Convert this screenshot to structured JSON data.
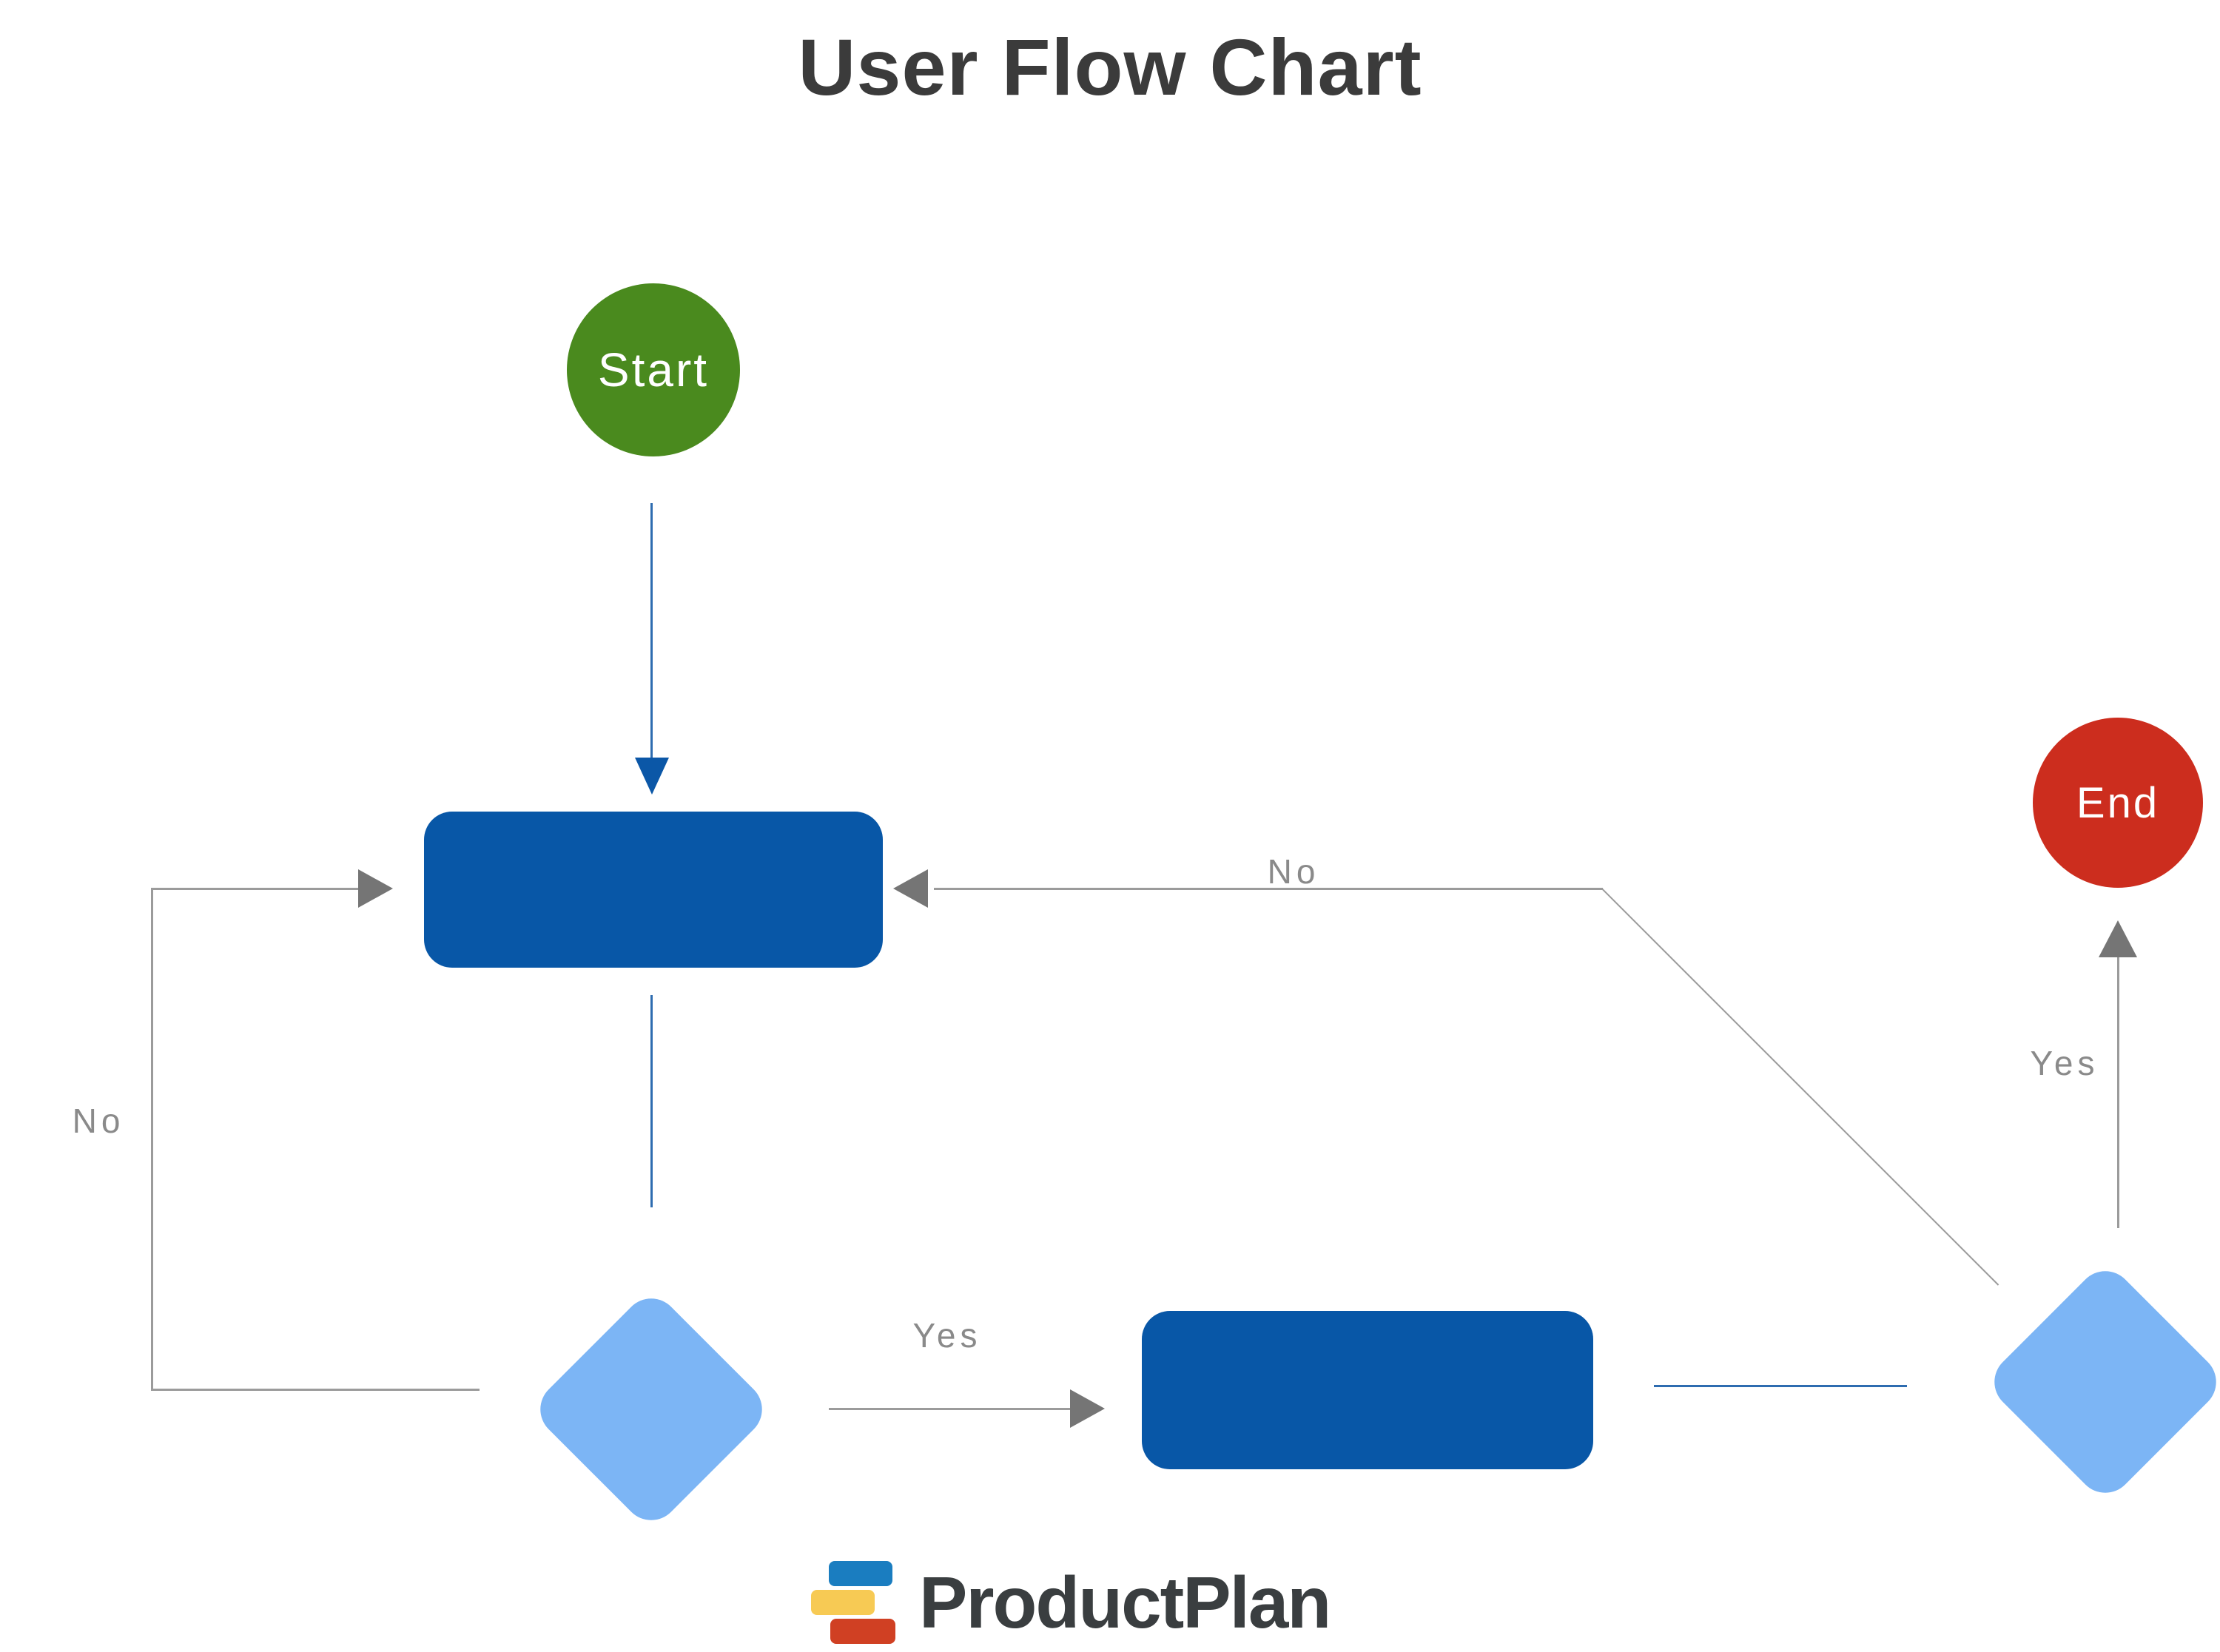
{
  "title": "User Flow Chart",
  "nodes": {
    "start": {
      "label": "Start",
      "type": "terminator"
    },
    "process1": {
      "label": "",
      "type": "process"
    },
    "decision1": {
      "label": "",
      "type": "decision"
    },
    "process2": {
      "label": "",
      "type": "process"
    },
    "decision2": {
      "label": "",
      "type": "decision"
    },
    "end": {
      "label": "End",
      "type": "terminator"
    }
  },
  "edges": {
    "start_to_process1": {
      "label": ""
    },
    "process1_to_decision1": {
      "label": ""
    },
    "decision1_no_loop": {
      "label": "No"
    },
    "decision1_to_process2": {
      "label": "Yes"
    },
    "process2_to_decision2": {
      "label": ""
    },
    "decision2_no_loop": {
      "label": "No"
    },
    "decision2_to_end": {
      "label": "Yes"
    }
  },
  "logo": {
    "text": "ProductPlan"
  },
  "colors": {
    "canvas_bg": "#ffffff",
    "title_text": "#3b3b3b",
    "start_green": "#4A8A1E",
    "end_red": "#CC2D1E",
    "process_blue": "#0857A7",
    "decision_blue": "#7CB5F5",
    "line_blue": "#2E6CB0",
    "arrow_blue": "#0B57A7",
    "line_gray": "#9B9B9B",
    "arrow_gray": "#757575",
    "label_gray": "#8A8A8A",
    "node_text": "#FFFFFF",
    "logo_blue": "#1A7DC0",
    "logo_yellow": "#F7CA54",
    "logo_red": "#D04023",
    "logo_text": "#3A3E40"
  }
}
